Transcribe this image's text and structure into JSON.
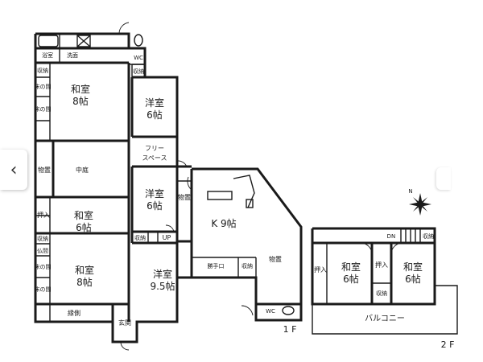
{
  "floor_labels": {
    "first": "1 F",
    "second": "2 F"
  },
  "rooms_1f": {
    "bath": "浴室",
    "washroom": "洗面",
    "wc_top": "WC",
    "storage_a": "収納",
    "tokonoma_a": "床の間",
    "tokonoma_b": "床の間",
    "washitsu_8_top_name": "和室",
    "washitsu_8_top_size": "8帖",
    "storage_top_right": "収納",
    "youshitsu_6_top_name": "洋室",
    "youshitsu_6_top_size": "6帖",
    "storeroom_left": "物置",
    "courtyard": "中庭",
    "free_space_1": "フリー",
    "free_space_2": "スペース",
    "youshitsu_6_mid_name": "洋室",
    "youshitsu_6_mid_size": "6帖",
    "storeroom_mid": "物置",
    "oshiire_left": "押入",
    "washitsu_6_name": "和室",
    "washitsu_6_size": "6帖",
    "storage_b": "収納",
    "storage_c": "収納",
    "up_label": "UP",
    "kitchen": "K 9帖",
    "butsuma": "仏間",
    "tokonoma_c": "床の間",
    "tokonoma_d": "床の間",
    "washitsu_8_bot_name": "和室",
    "washitsu_8_bot_size": "8帖",
    "youshitsu_95_name": "洋室",
    "youshitsu_95_size": "9.5帖",
    "back_door": "勝手口",
    "storage_d": "収納",
    "storeroom_right": "物置",
    "engawa": "縁側",
    "entrance": "玄関",
    "wc_bottom": "WC"
  },
  "rooms_2f": {
    "dn_label": "DN",
    "storage_top": "収納",
    "oshiire_a": "押入",
    "washitsu_a_name": "和室",
    "washitsu_a_size": "6帖",
    "oshiire_b": "押入",
    "washitsu_b_name": "和室",
    "washitsu_b_size": "6帖",
    "storage_b": "収納",
    "balcony": "バルコニー"
  },
  "compass": {
    "north": "N"
  },
  "colors": {
    "wall": "#1a1a1a",
    "background": "#ffffff"
  }
}
